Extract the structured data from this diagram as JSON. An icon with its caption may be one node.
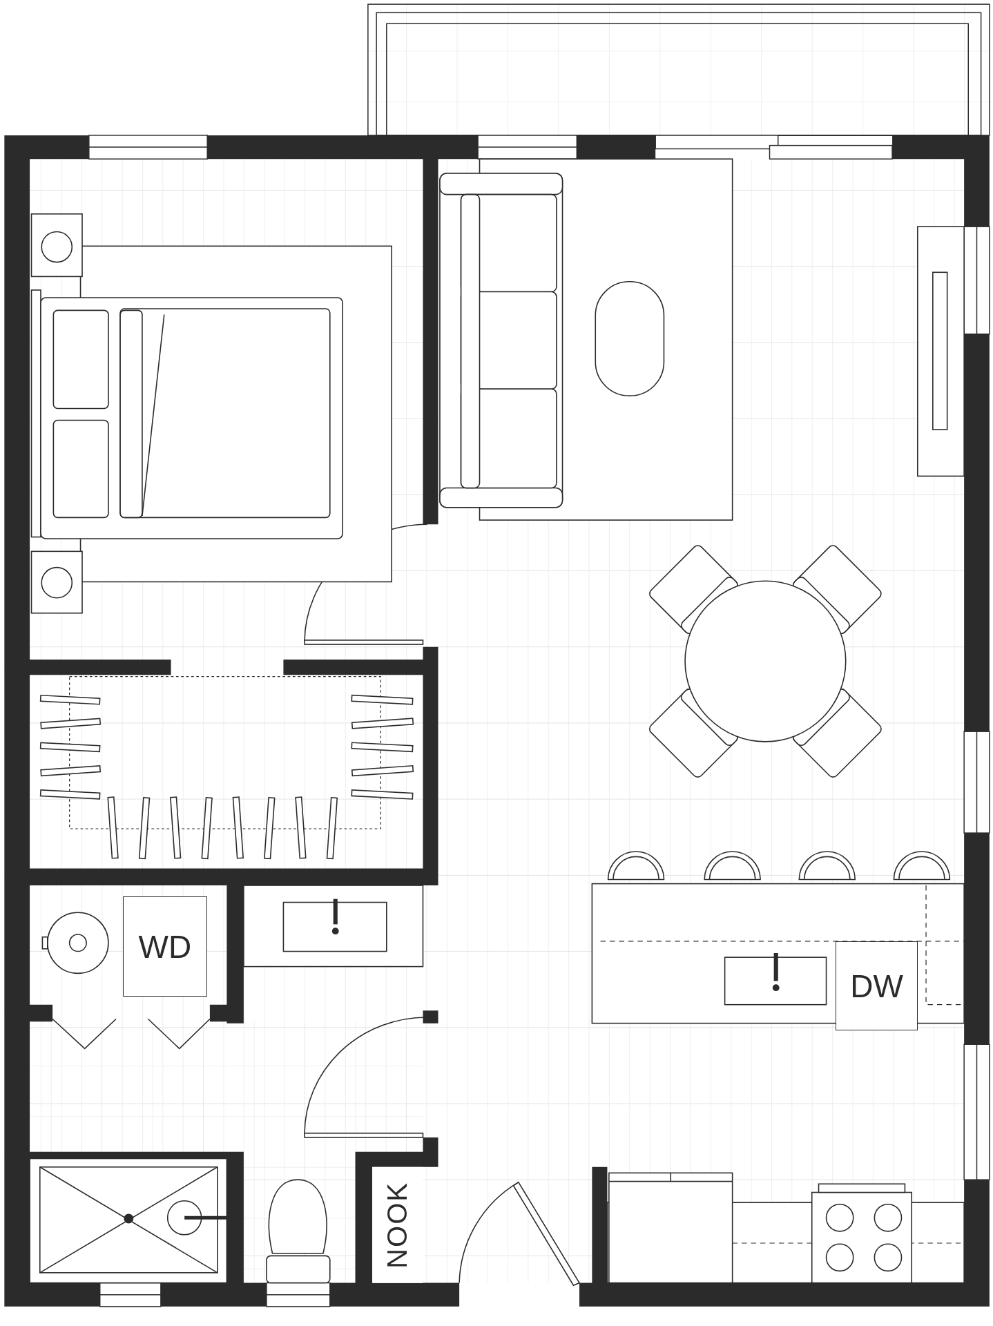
{
  "diagram": {
    "nodes": [
      {
        "text": [
          "WD"
        ]
      },
      {
        "text": [
          "DW"
        ]
      },
      {
        "text": [
          "NOOK"
        ]
      }
    ]
  }
}
